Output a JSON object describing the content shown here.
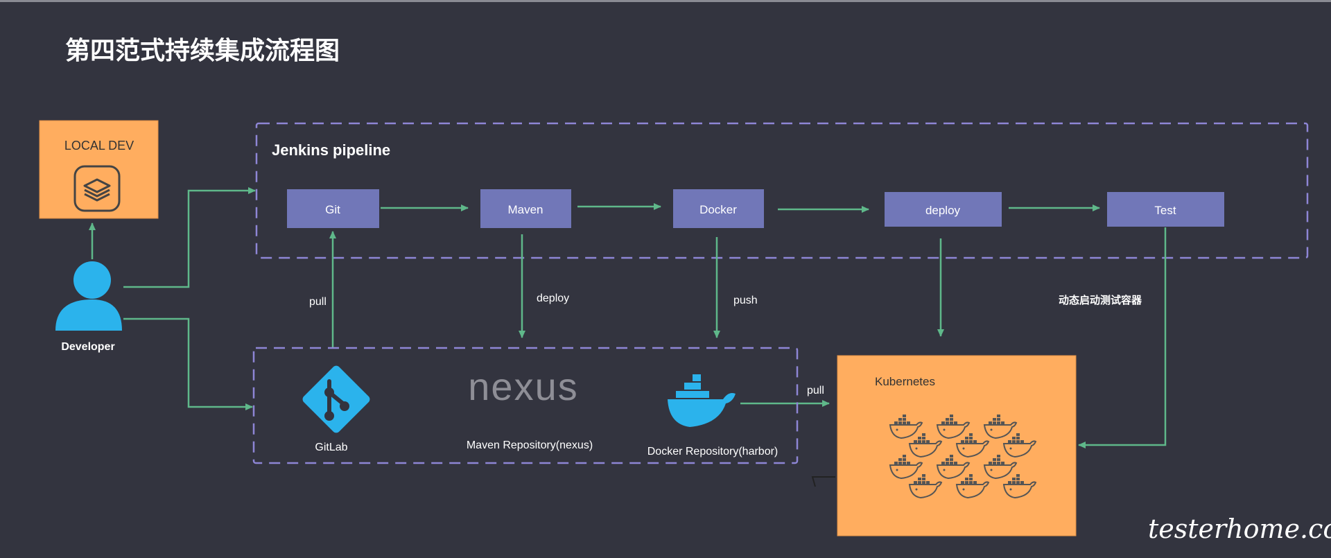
{
  "title": "第四范式持续集成流程图",
  "local_dev": {
    "label": "LOCAL DEV",
    "icon": "stack-layers-icon"
  },
  "developer": {
    "label": "Developer",
    "icon": "person-icon"
  },
  "pipeline": {
    "title": "Jenkins pipeline",
    "stages": [
      "Git",
      "Maven",
      "Docker",
      "deploy",
      "Test"
    ]
  },
  "edge_labels": {
    "pull_git": "pull",
    "deploy_nexus": "deploy",
    "push_harbor": "push",
    "pull_k8s": "pull",
    "test_dynamic": "动态启动测试容器"
  },
  "repositories": {
    "gitlab": "GitLab",
    "nexus_logo": "nexus",
    "nexus": "Maven Repository(nexus)",
    "harbor": "Docker Repository(harbor)"
  },
  "kubernetes": {
    "label": "Kubernetes",
    "icon": "docker-whale-icon"
  },
  "watermark": "testerhome.com",
  "colors": {
    "background": "#33343f",
    "box_orange": "#ffad5f",
    "stage_purple": "#7177b8",
    "arrow_green": "#5fb88a",
    "dashed_border": "#8e86d6",
    "gitlab_blue": "#2bb3ec",
    "developer_blue": "#2bb3ec"
  }
}
